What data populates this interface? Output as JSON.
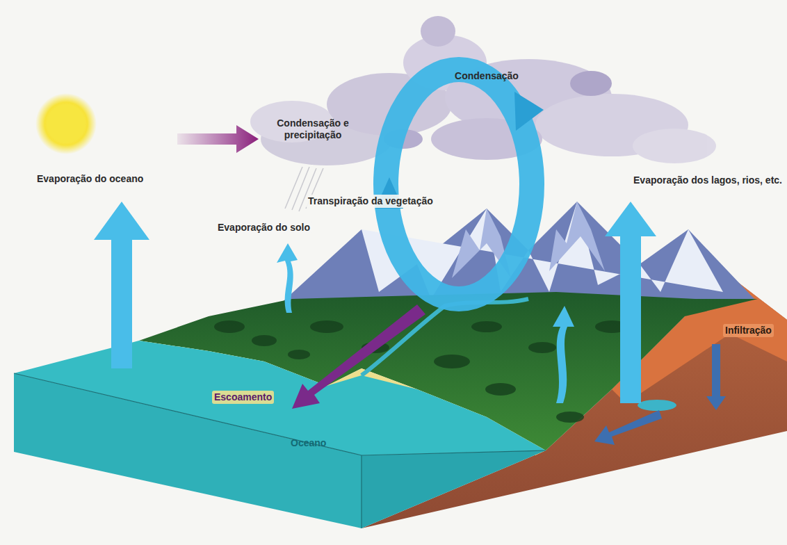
{
  "diagram": {
    "labels": [
      "Condensação",
      "Condensação e precipitação",
      "Evaporação do oceano",
      "Transpiração da vegetação",
      "Evaporação do solo",
      "Evaporação dos lagos, rios, etc.",
      "Escoamento",
      "Infiltração",
      "Oceano"
    ]
  }
}
